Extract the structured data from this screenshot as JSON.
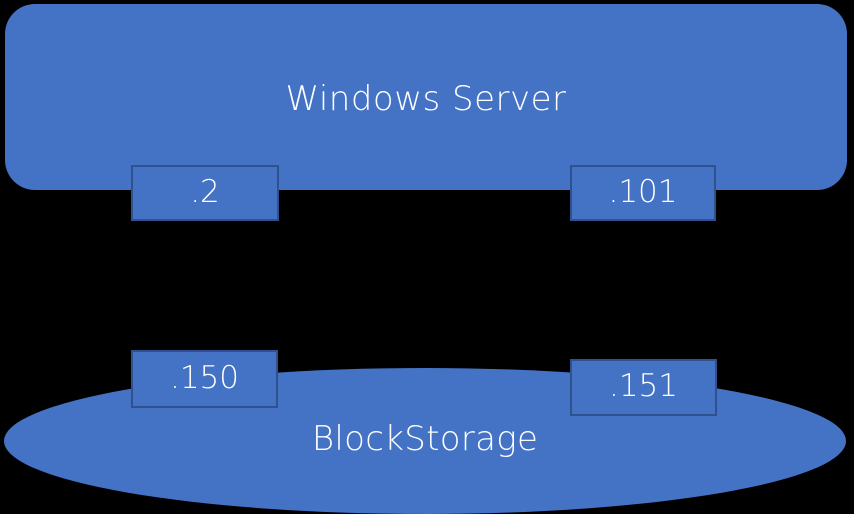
{
  "diagram": {
    "background_color": "#000000",
    "shape_fill_color": "#4472C4",
    "shape_border_color": "#2F528F",
    "text_color": "#FFFFFF",
    "nodes": {
      "server": {
        "label": "Windows Server",
        "shape": "rounded-rectangle"
      },
      "storage": {
        "label": "BlockStorage",
        "shape": "ellipse"
      }
    },
    "interfaces": [
      {
        "id": "server-nic-left",
        "label": ".2"
      },
      {
        "id": "server-nic-right",
        "label": ".101"
      },
      {
        "id": "storage-nic-left",
        "label": ".150"
      },
      {
        "id": "storage-nic-right",
        "label": ".151"
      }
    ]
  }
}
